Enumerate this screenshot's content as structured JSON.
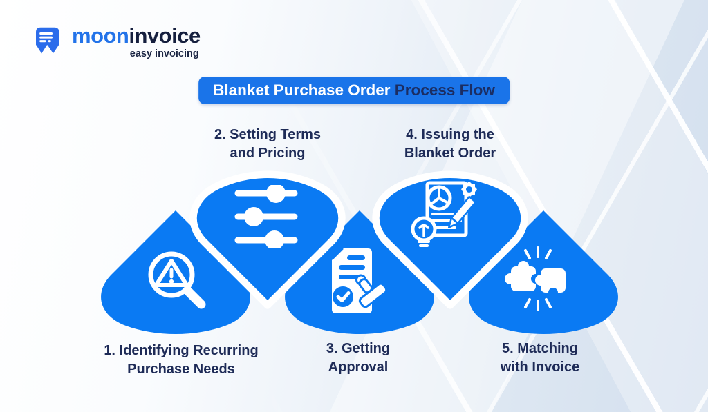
{
  "brand": {
    "icon": "invoice-ribbon-icon",
    "name_part1": "moon",
    "name_part2": "invoice",
    "tagline": "easy invoicing"
  },
  "title": {
    "highlight": "Blanket Purchase Order",
    "rest": "Process Flow"
  },
  "steps": [
    {
      "order": 1,
      "line1": "1. Identifying Recurring",
      "line2": "Purchase Needs",
      "icon": "magnifier-warning-icon",
      "row": "bottom"
    },
    {
      "order": 2,
      "line1": "2. Setting Terms",
      "line2": "and Pricing",
      "icon": "sliders-icon",
      "row": "top"
    },
    {
      "order": 3,
      "line1": "3. Getting",
      "line2": "Approval",
      "icon": "document-approval-stamp-icon",
      "row": "bottom"
    },
    {
      "order": 4,
      "line1": "4. Issuing the",
      "line2": "Blanket Order",
      "icon": "planning-document-icon",
      "row": "top"
    },
    {
      "order": 5,
      "line1": "5. Matching",
      "line2": "with Invoice",
      "icon": "puzzle-match-icon",
      "row": "bottom"
    }
  ],
  "colors": {
    "shape_blue": "#0a7af3",
    "banner_blue": "#1a74e9",
    "navy_text": "#1e2b57",
    "brand_blue": "#2273e9",
    "background_tint": "#d3dfee"
  }
}
